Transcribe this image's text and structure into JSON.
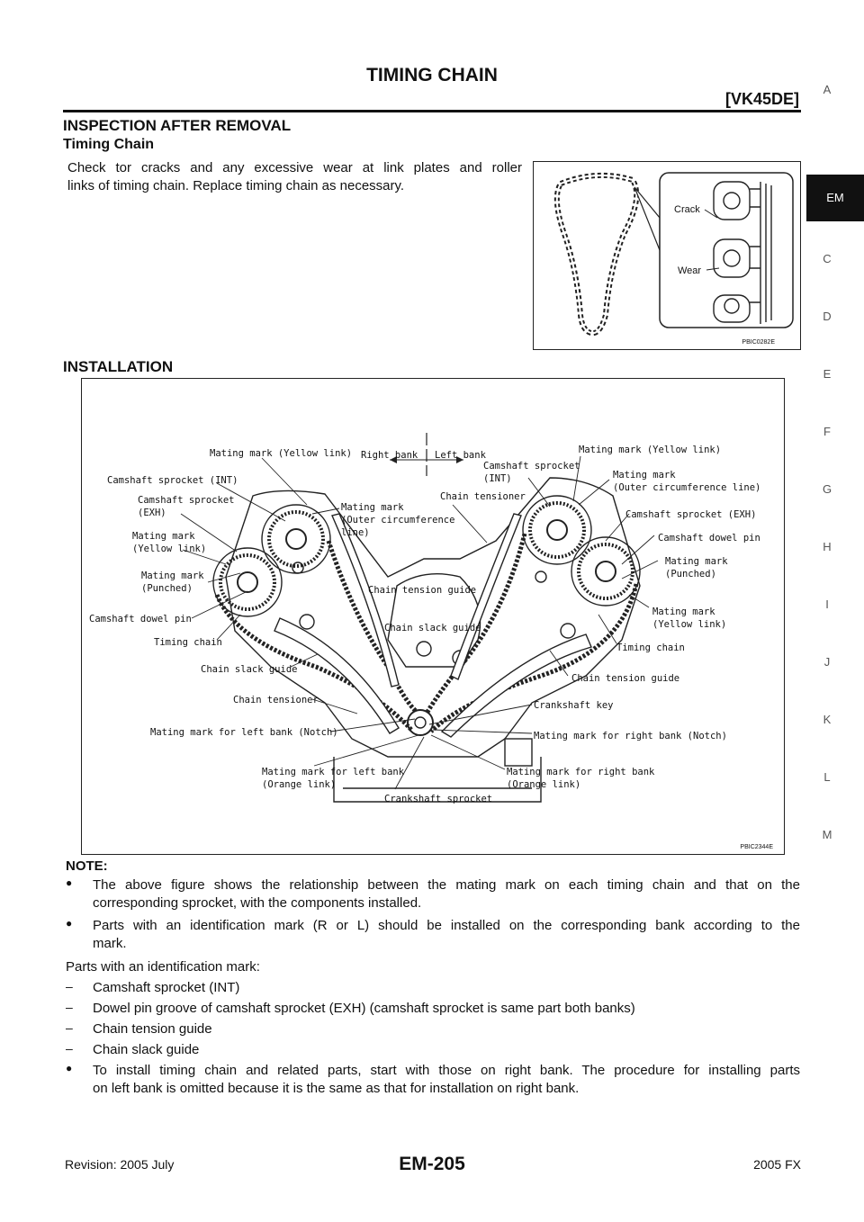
{
  "header": {
    "title": "TIMING CHAIN",
    "code": "[VK45DE]"
  },
  "side_tabs": [
    "A",
    "EM",
    "C",
    "D",
    "E",
    "F",
    "G",
    "H",
    "I",
    "J",
    "K",
    "L",
    "M"
  ],
  "section1": {
    "heading": "INSPECTION AFTER REMOVAL",
    "subheading": "Timing Chain",
    "text_line1": "Check tor cracks and any excessive wear at link plates and roller",
    "text_line2": "links of timing chain. Replace timing chain as necessary.",
    "figure": {
      "label_crack": "Crack",
      "label_wear": "Wear",
      "code": "PBIC0282E"
    }
  },
  "section2": {
    "heading": "INSTALLATION",
    "figure": {
      "code": "PBIC2344E",
      "labels": {
        "right_bank": "Right bank",
        "left_bank": "Left bank",
        "l_mating_yellow": "Mating mark (Yellow link)",
        "l_cam_int": "Camshaft sprocket (INT)",
        "l_cam_exh_1": "Camshaft sprocket",
        "l_cam_exh_2": "(EXH)",
        "l_mm_yellow_1": "Mating mark",
        "l_mm_yellow_2": "(Yellow link)",
        "l_mm_punched_1": "Mating mark",
        "l_mm_punched_2": "(Punched)",
        "l_dowel": "Camshaft dowel pin",
        "l_timing_chain": "Timing chain",
        "l_slack_guide": "Chain slack guide",
        "l_tensioner": "Chain tensioner",
        "l_notch": "Mating mark for left bank (Notch)",
        "l_orange_1": "Mating mark for left bank",
        "l_orange_2": "(Orange link)",
        "crank_sprocket": "Crankshaft sprocket",
        "c_mm_outer_1": "Mating mark",
        "c_mm_outer_2": "(Outer circumference",
        "c_mm_outer_3": "line)",
        "c_tension_guide": "Chain tension guide",
        "c_slack_guide": "Chain slack guide",
        "r_cam_int_1": "Camshaft sprocket",
        "r_cam_int_2": "(INT)",
        "r_tensioner": "Chain tensioner",
        "r_mating_yellow": "Mating mark (Yellow link)",
        "r_mm_outer_1": "Mating mark",
        "r_mm_outer_2": "(Outer circumference line)",
        "r_cam_exh": "Camshaft sprocket (EXH)",
        "r_dowel": "Camshaft dowel pin",
        "r_mm_punched_1": "Mating mark",
        "r_mm_punched_2": "(Punched)",
        "r_mm_yellow_1": "Mating mark",
        "r_mm_yellow_2": "(Yellow link)",
        "r_timing_chain": "Timing chain",
        "r_tension_guide": "Chain tension guide",
        "crank_key": "Crankshaft key",
        "r_notch": "Mating mark for right bank (Notch)",
        "r_orange_1": "Mating mark for right bank",
        "r_orange_2": "(Orange link)"
      }
    },
    "note_label": "NOTE:",
    "bullets": [
      {
        "line1": "The above figure shows the relationship between the mating mark on each timing chain and that on the",
        "line2": "corresponding sprocket, with the components installed."
      },
      {
        "line1": "Parts with an identification mark (R or L) should be installed on the corresponding bank according to the",
        "line2": "mark."
      }
    ],
    "parts_intro": "Parts with an identification mark:",
    "parts": [
      "Camshaft sprocket (INT)",
      "Dowel pin groove of camshaft sprocket (EXH) (camshaft sprocket is same part both banks)",
      "Chain tension guide",
      "Chain slack guide"
    ],
    "final_bullet": {
      "line1": "To install timing chain and related parts, start with those on right bank. The procedure for installing parts",
      "line2": "on left bank is omitted because it is the same as that for installation on right bank."
    }
  },
  "footer": {
    "revision": "Revision: 2005 July",
    "page_code": "EM-205",
    "model": "2005 FX"
  }
}
